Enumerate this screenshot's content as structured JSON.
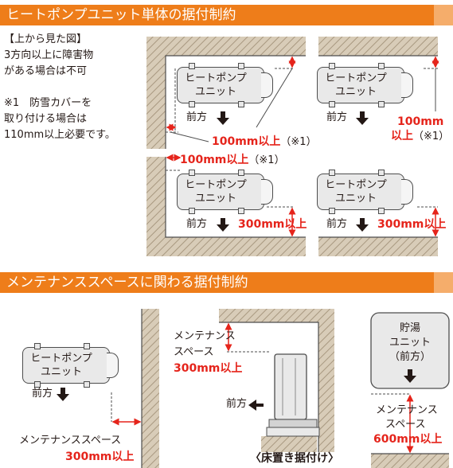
{
  "section1": {
    "title": "ヒートポンプユニット単体の据付制約",
    "view_label": "【上から見た図】",
    "note_lines": [
      "3方向以上に障害物",
      "がある場合は不可"
    ],
    "footnote_lines": [
      "※1　防雪カバーを",
      "取り付ける場合は",
      "110mm以上必要です。"
    ]
  },
  "unit": {
    "line1": "ヒートポンプ",
    "line2": "ユニット"
  },
  "front_label": "前方",
  "clearance": {
    "c100_note": "100mm以上（※1）",
    "c100_top": "100mm以上",
    "c100_note_suffix": "（※1）",
    "c100_right_1": "100mm",
    "c100_right_2": "以上（※1）",
    "c300": "300mm以上"
  },
  "section2": {
    "title": "メンテナンススペースに関わる据付制約",
    "maint_label_1": "メンテナンススペース",
    "maint_value_1": "300mm以上",
    "maint_label_2a": "メンテナンス",
    "maint_label_2b": "スペース",
    "maint_value_2": "300mm以上",
    "floor_caption": "〈床置き据付け〉",
    "tank_line1": "貯湯",
    "tank_line2": "ユニット",
    "tank_line3": "（前方）",
    "maint_label_3a": "メンテナンス",
    "maint_label_3b": "スペース",
    "maint_value_3": "600mm以上"
  }
}
